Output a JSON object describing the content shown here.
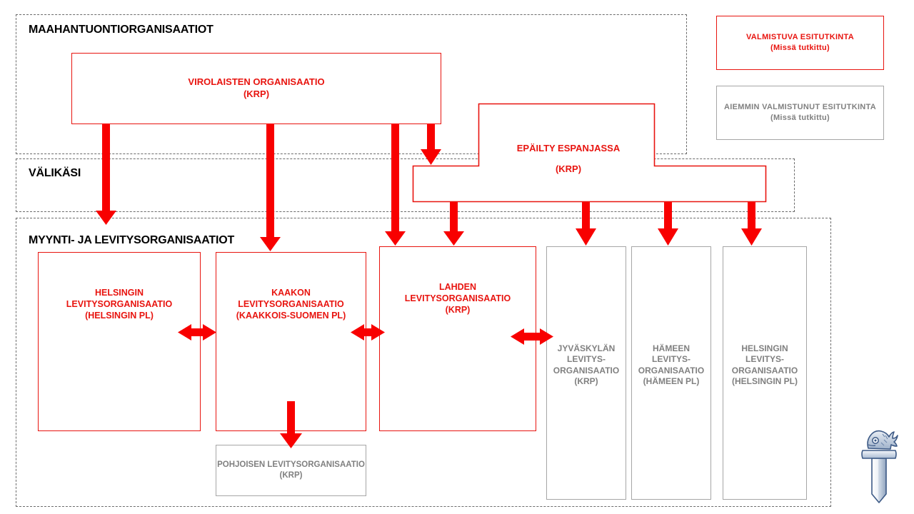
{
  "diagram": {
    "accent_red": "#e8140f",
    "grey": "#808080",
    "grey_border": "#a6a6a6",
    "dashed_border": "#6b6b6b"
  },
  "sections": [
    {
      "id": "import",
      "title": "MAAHANTUONTIORGANISAATIOT"
    },
    {
      "id": "middleman",
      "title": "VÄLIKÄSI"
    },
    {
      "id": "distribution",
      "title": "MYYNTI- JA LEVITYSORGANISAATIOT"
    }
  ],
  "legend": [
    {
      "id": "ongoing",
      "style": "red",
      "line1": "VALMISTUVA  ESITUTKINTA",
      "line2": "(Missä  tutkittu)",
      "text": "VALMISTUVA  ESITUTKINTA\n(Missä  tutkittu)"
    },
    {
      "id": "completed",
      "style": "grey",
      "line1": "AIEMMIN  VALMISTUNUT  ESITUTKINTA",
      "line2": "(Missä  tutkittu)",
      "text": "AIEMMIN  VALMISTUNUT  ESITUTKINTA\n(Missä  tutkittu)"
    }
  ],
  "nodes": {
    "virolaisten": {
      "name": "VIROLAISTEN ORGANISAATIO",
      "agency": "(KRP)",
      "text": "VIROLAISTEN ORGANISAATIO\n(KRP)"
    },
    "epailty": {
      "name": "EPÄILTY ESPANJASSA",
      "agency": "(KRP)",
      "title_line": "EPÄILTY ESPANJASSA",
      "agency_line": "(KRP)"
    },
    "helsinki": {
      "name": "HELSINGIN\nLEVITYSORGANISAATIO",
      "agency": "(HELSINGIN PL)",
      "text": "HELSINGIN\nLEVITYSORGANISAATIO\n(HELSINGIN PL)"
    },
    "kaakko": {
      "name": "KAAKON\nLEVITYSORGANISAATIO",
      "agency": "(KAAKKOIS-SUOMEN PL)",
      "text": "KAAKON\nLEVITYSORGANISAATIO\n(KAAKKOIS-SUOMEN PL)"
    },
    "lahti": {
      "name": "LAHDEN\nLEVITYSORGANISAATIO",
      "agency": "(KRP)",
      "text": "LAHDEN\nLEVITYSORGANISAATIO\n(KRP)"
    },
    "jyvaskyla": {
      "name": "JYVÄSKYLÄN\nLEVITYS-\nORGANISAATIO",
      "agency": "(KRP)",
      "text": "JYVÄSKYLÄN\nLEVITYS-\nORGANISAATIO\n(KRP)"
    },
    "hame": {
      "name": "HÄMEEN\nLEVITYS-\nORGANISAATIO",
      "agency": "(HÄMEEN PL)",
      "text": "HÄMEEN\nLEVITYS-\nORGANISAATIO\n(HÄMEEN PL)"
    },
    "helsinki_grey": {
      "name": "HELSINGIN\nLEVITYS-\nORGANISAATIO",
      "agency": "(HELSINGIN PL)",
      "text": "HELSINGIN\nLEVITYS-\nORGANISAATIO\n(HELSINGIN PL)"
    },
    "pohjoinen": {
      "name": "POHJOISEN  LEVITYSORGANISAATIO",
      "agency": "(KRP)",
      "text": "POHJOISEN  LEVITYSORGANISAATIO\n(KRP)"
    }
  },
  "emblem": {
    "name": "krp-sword-emblem"
  }
}
